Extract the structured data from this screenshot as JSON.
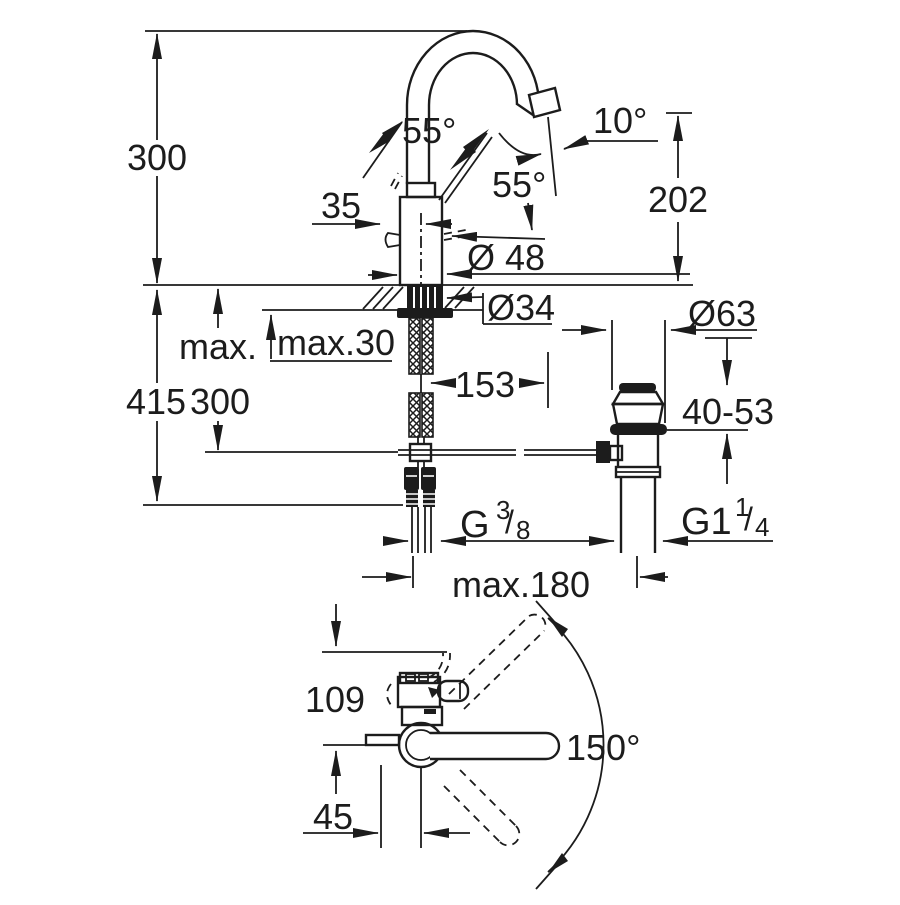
{
  "drawing": {
    "kind": "faucet-installation-technical-drawing",
    "background": "#ffffff",
    "line_color": "#1c1c1c",
    "labels": {
      "dim_300": "300",
      "angle_55_left": "55°",
      "angle_55_mid": "55°",
      "angle_10": "10°",
      "dim_35": "35",
      "dim_202": "202",
      "dia_48": "Ø 48",
      "dia_34": "Ø34",
      "max_prefix": "max.",
      "dim_415": "415",
      "dim_max300": "300",
      "dim_max30": "max.30",
      "dim_153": "153",
      "dia_63": "Ø63",
      "dim_40_53": "40-53",
      "g38_base": "G",
      "g38_sup": "3",
      "g38_slash": "/",
      "g38_sub": "8",
      "g114_base": "G1",
      "g114_sup": "1",
      "g114_slash": "/",
      "g114_sub": "4",
      "dim_max180": "max.180",
      "dim_109": "109",
      "angle_150": "150°",
      "dim_45": "45"
    }
  }
}
